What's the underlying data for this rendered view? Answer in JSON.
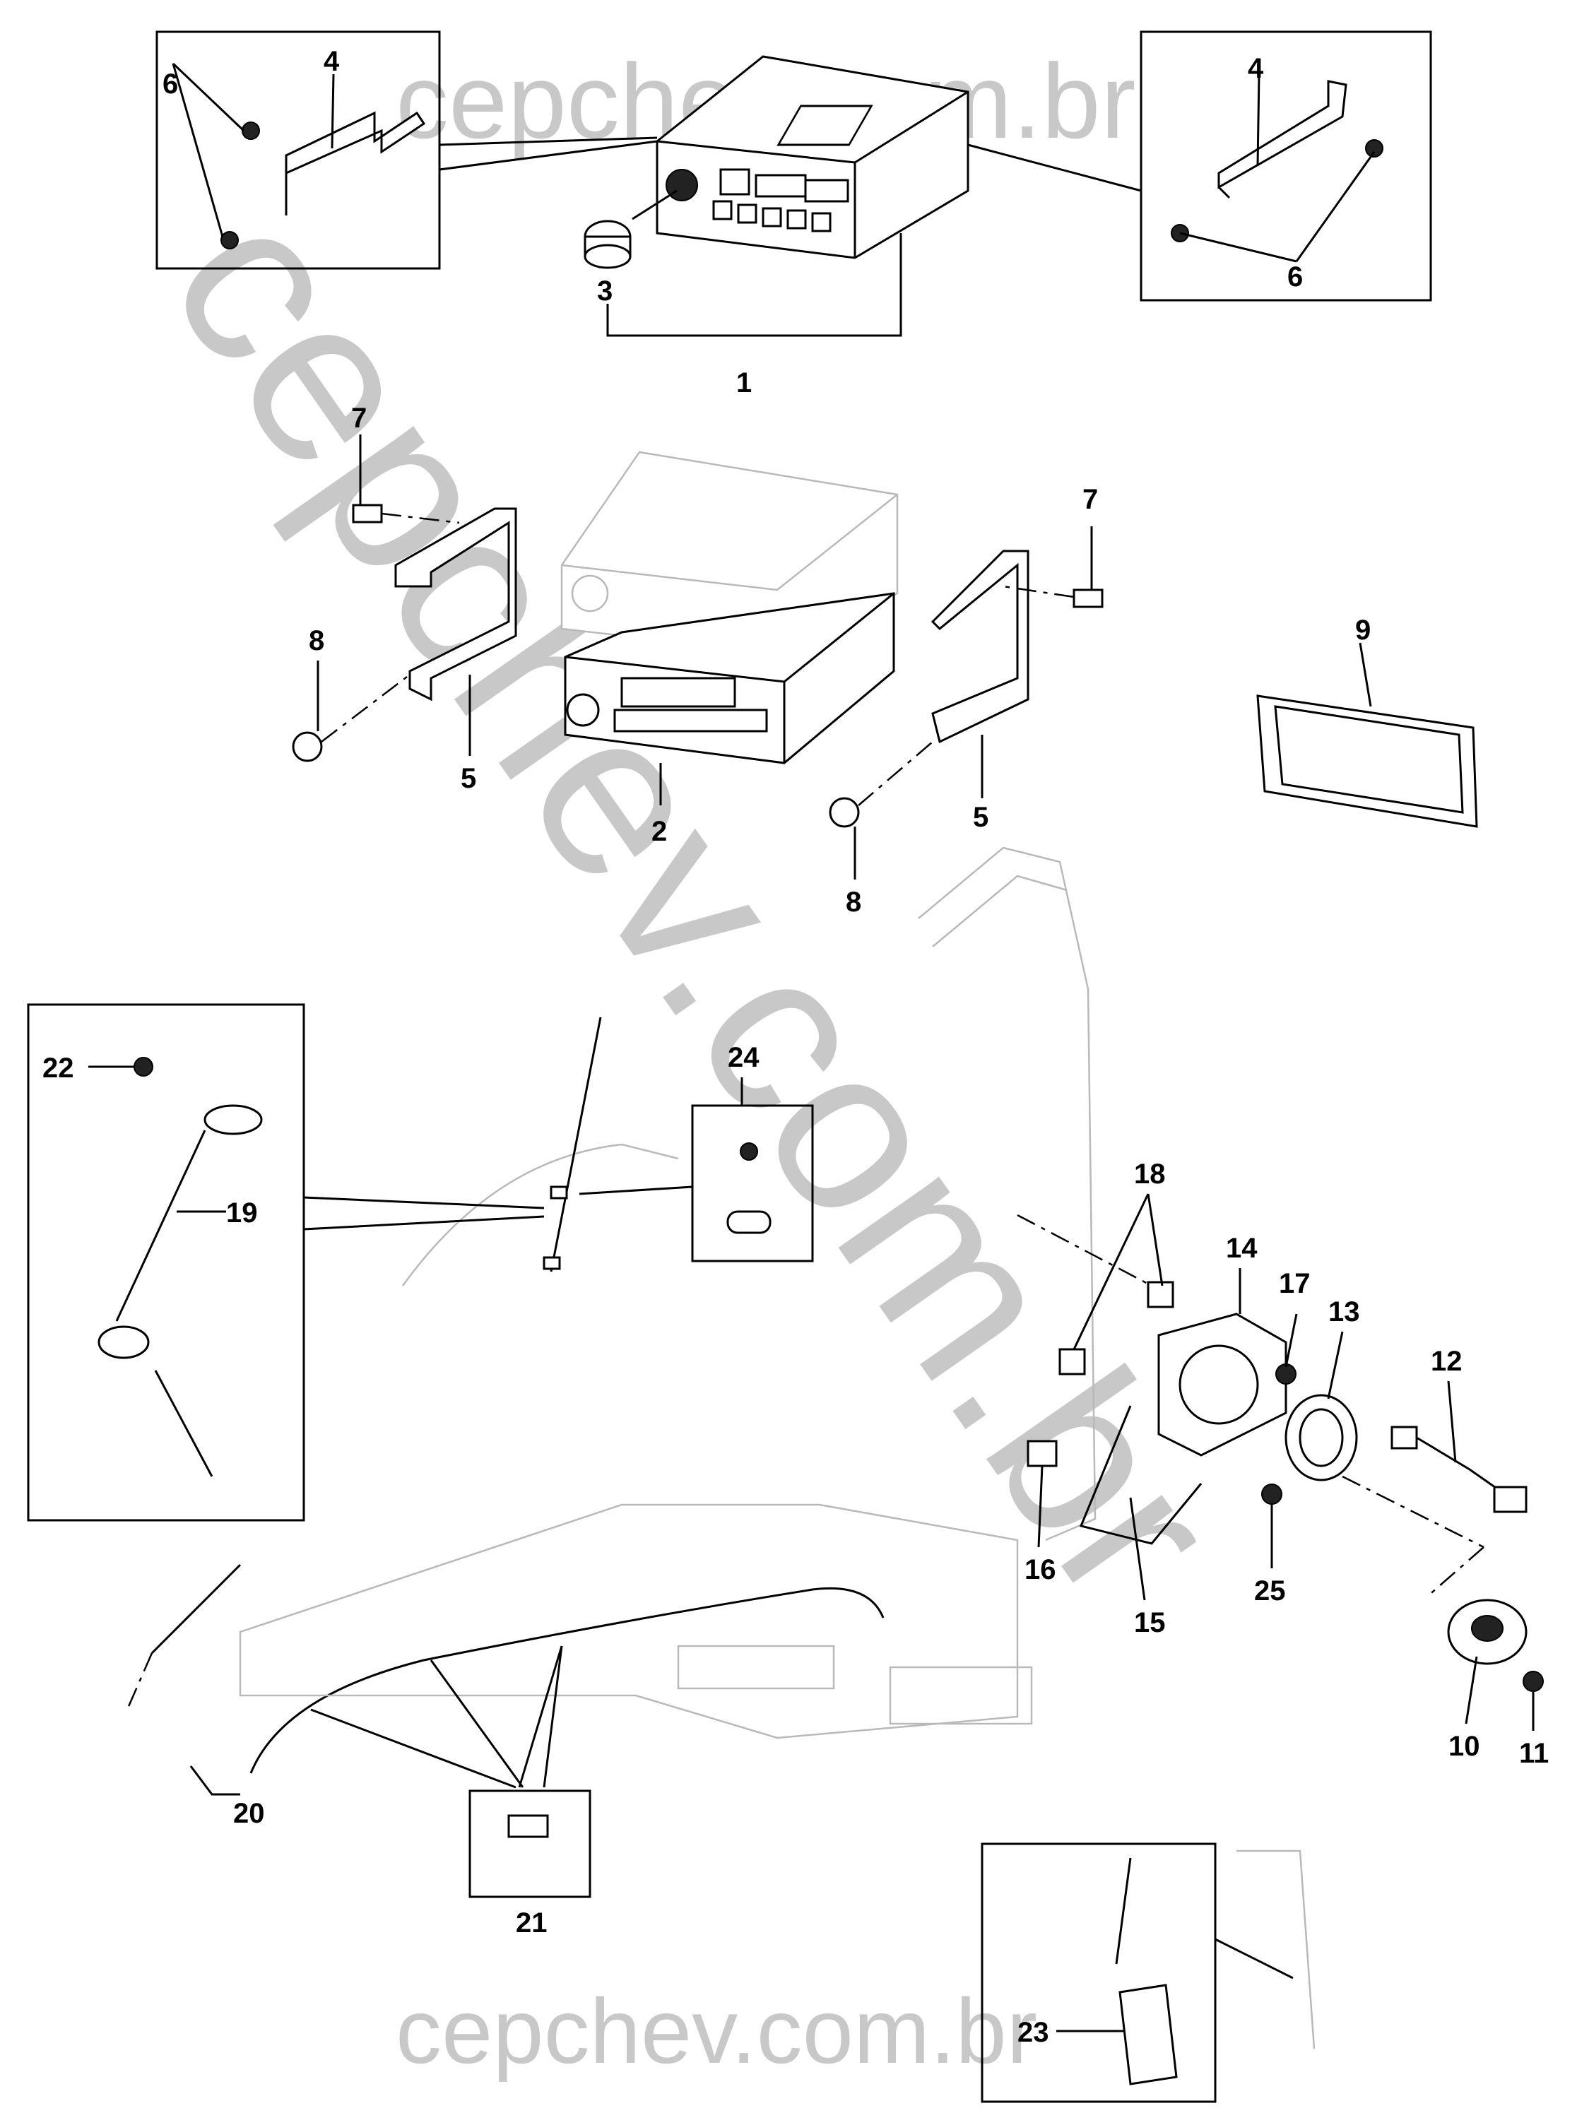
{
  "watermark": {
    "top": "cepchev.com.br",
    "diagonal": "cepchev.com.br",
    "bottom": "cepchev.com.br"
  },
  "callouts": {
    "c1": "1",
    "c2": "2",
    "c3": "3",
    "c4a": "4",
    "c4b": "4",
    "c5a": "5",
    "c5b": "5",
    "c6a": "6",
    "c6b": "6",
    "c7a": "7",
    "c7b": "7",
    "c8a": "8",
    "c8b": "8",
    "c9": "9",
    "c10": "10",
    "c11": "11",
    "c12": "12",
    "c13": "13",
    "c14": "14",
    "c15": "15",
    "c16": "16",
    "c17": "17",
    "c18": "18",
    "c19": "19",
    "c20": "20",
    "c21": "21",
    "c22": "22",
    "c23": "23",
    "c24": "24",
    "c25": "25"
  }
}
